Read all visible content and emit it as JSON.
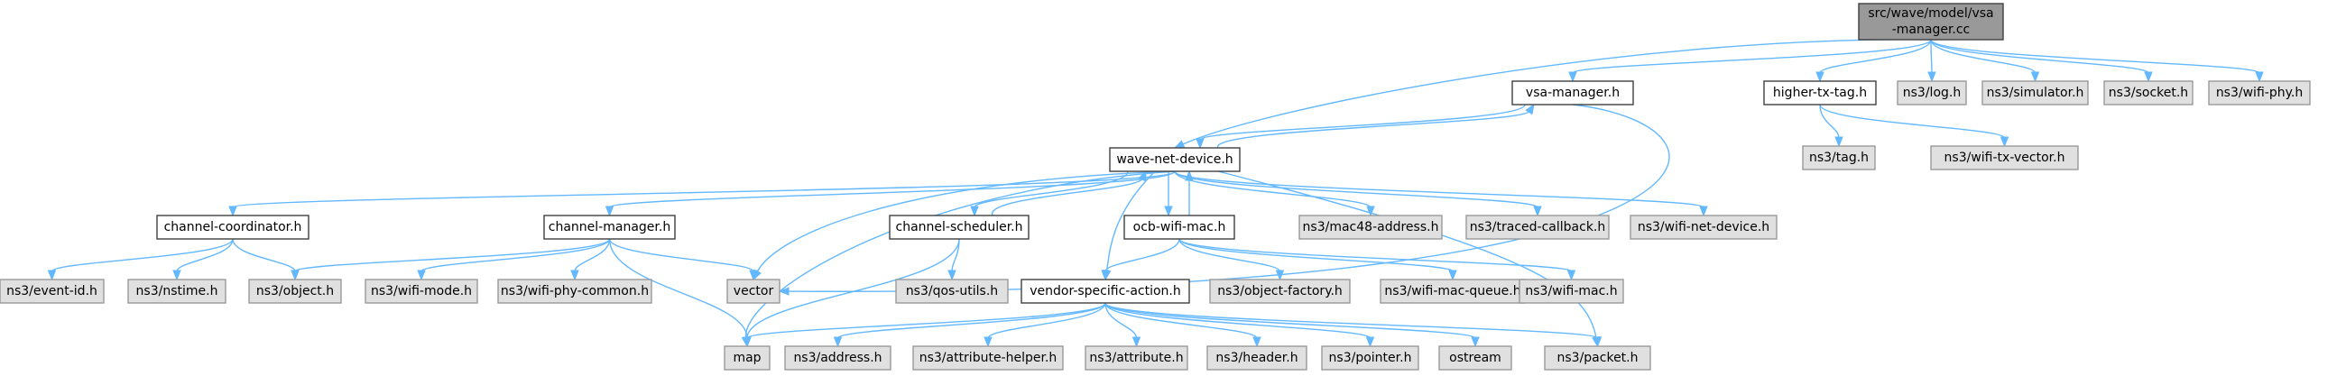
{
  "colors": {
    "edge": "#63b8ff",
    "root_fill": "#999999",
    "local_fill": "#ffffff",
    "external_fill": "#e0e0e0"
  },
  "nodes": {
    "root": {
      "label_line1": "src/wave/model/vsa",
      "label_line2": "-manager.cc"
    },
    "vsa": {
      "label": "vsa-manager.h"
    },
    "highertx": {
      "label": "higher-tx-tag.h"
    },
    "log": {
      "label": "ns3/log.h"
    },
    "simulator": {
      "label": "ns3/simulator.h"
    },
    "socket": {
      "label": "ns3/socket.h"
    },
    "wifiphy": {
      "label": "ns3/wifi-phy.h"
    },
    "tag": {
      "label": "ns3/tag.h"
    },
    "wifitxvec": {
      "label": "ns3/wifi-tx-vector.h"
    },
    "wnd": {
      "label": "wave-net-device.h"
    },
    "chcoord": {
      "label": "channel-coordinator.h"
    },
    "chmgr": {
      "label": "channel-manager.h"
    },
    "chsched": {
      "label": "channel-scheduler.h"
    },
    "ocb": {
      "label": "ocb-wifi-mac.h"
    },
    "mac48": {
      "label": "ns3/mac48-address.h"
    },
    "traced": {
      "label": "ns3/traced-callback.h"
    },
    "wifinet": {
      "label": "ns3/wifi-net-device.h"
    },
    "eventid": {
      "label": "ns3/event-id.h"
    },
    "nstime": {
      "label": "ns3/nstime.h"
    },
    "object": {
      "label": "ns3/object.h"
    },
    "wifimode": {
      "label": "ns3/wifi-mode.h"
    },
    "wifiphycom": {
      "label": "ns3/wifi-phy-common.h"
    },
    "vector": {
      "label": "vector"
    },
    "qos": {
      "label": "ns3/qos-utils.h"
    },
    "vsaction": {
      "label": "vendor-specific-action.h"
    },
    "objfactory": {
      "label": "ns3/object-factory.h"
    },
    "macqueue": {
      "label": "ns3/wifi-mac-queue.h"
    },
    "wifimac": {
      "label": "ns3/wifi-mac.h"
    },
    "map": {
      "label": "map"
    },
    "address": {
      "label": "ns3/address.h"
    },
    "attrhelper": {
      "label": "ns3/attribute-helper.h"
    },
    "attribute": {
      "label": "ns3/attribute.h"
    },
    "header": {
      "label": "ns3/header.h"
    },
    "pointer": {
      "label": "ns3/pointer.h"
    },
    "ostream": {
      "label": "ostream"
    },
    "packet": {
      "label": "ns3/packet.h"
    }
  }
}
